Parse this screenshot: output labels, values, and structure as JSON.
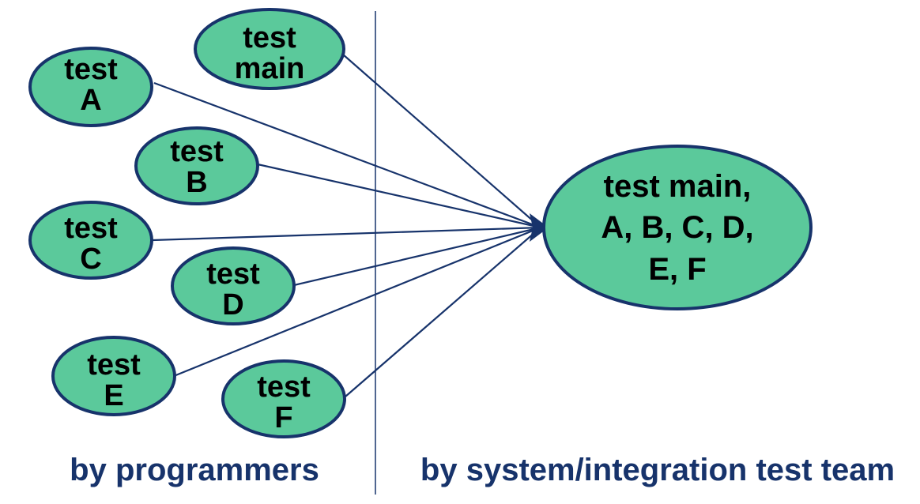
{
  "diagram": {
    "title": "Integration testing: unit tests by programmers combined by system/integration test team",
    "colors": {
      "node_fill": "#5bc99b",
      "node_stroke": "#17336b",
      "edge": "#17336b",
      "caption": "#17336b",
      "text": "#000000"
    },
    "source_nodes": [
      {
        "id": "main",
        "lines": [
          "test",
          "main"
        ]
      },
      {
        "id": "A",
        "lines": [
          "test",
          "A"
        ]
      },
      {
        "id": "B",
        "lines": [
          "test",
          "B"
        ]
      },
      {
        "id": "C",
        "lines": [
          "test",
          "C"
        ]
      },
      {
        "id": "D",
        "lines": [
          "test",
          "D"
        ]
      },
      {
        "id": "E",
        "lines": [
          "test",
          "E"
        ]
      },
      {
        "id": "F",
        "lines": [
          "test",
          "F"
        ]
      }
    ],
    "target_node": {
      "id": "combined",
      "lines": [
        "test main,",
        "A, B, C, D,",
        "E, F"
      ]
    },
    "edges": [
      {
        "from": "main",
        "to": "combined"
      },
      {
        "from": "A",
        "to": "combined"
      },
      {
        "from": "B",
        "to": "combined"
      },
      {
        "from": "C",
        "to": "combined"
      },
      {
        "from": "D",
        "to": "combined"
      },
      {
        "from": "E",
        "to": "combined"
      },
      {
        "from": "F",
        "to": "combined"
      }
    ],
    "captions": {
      "left": "by programmers",
      "right": "by system/integration test team"
    }
  }
}
